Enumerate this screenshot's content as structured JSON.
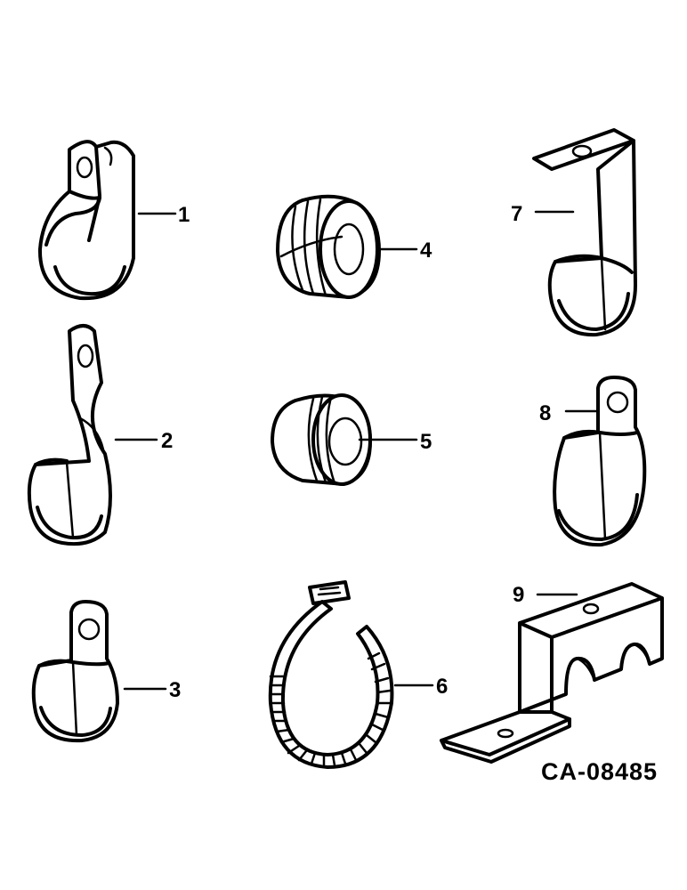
{
  "callouts": [
    {
      "id": "1",
      "label": "1"
    },
    {
      "id": "2",
      "label": "2"
    },
    {
      "id": "3",
      "label": "3"
    },
    {
      "id": "4",
      "label": "4"
    },
    {
      "id": "5",
      "label": "5"
    },
    {
      "id": "6",
      "label": "6"
    },
    {
      "id": "7",
      "label": "7"
    },
    {
      "id": "8",
      "label": "8"
    },
    {
      "id": "9",
      "label": "9"
    }
  ],
  "reference_code": "CA-08485",
  "parts": [
    {
      "callout": "1",
      "kind": "loop-clamp-twisted"
    },
    {
      "callout": "2",
      "kind": "loop-clamp-offset-tab"
    },
    {
      "callout": "3",
      "kind": "loop-clamp"
    },
    {
      "callout": "4",
      "kind": "grommet"
    },
    {
      "callout": "5",
      "kind": "grommet"
    },
    {
      "callout": "6",
      "kind": "hose-clamp-band"
    },
    {
      "callout": "7",
      "kind": "loop-clamp-long-bracket"
    },
    {
      "callout": "8",
      "kind": "loop-clamp"
    },
    {
      "callout": "9",
      "kind": "double-hose-clamp-block"
    }
  ]
}
